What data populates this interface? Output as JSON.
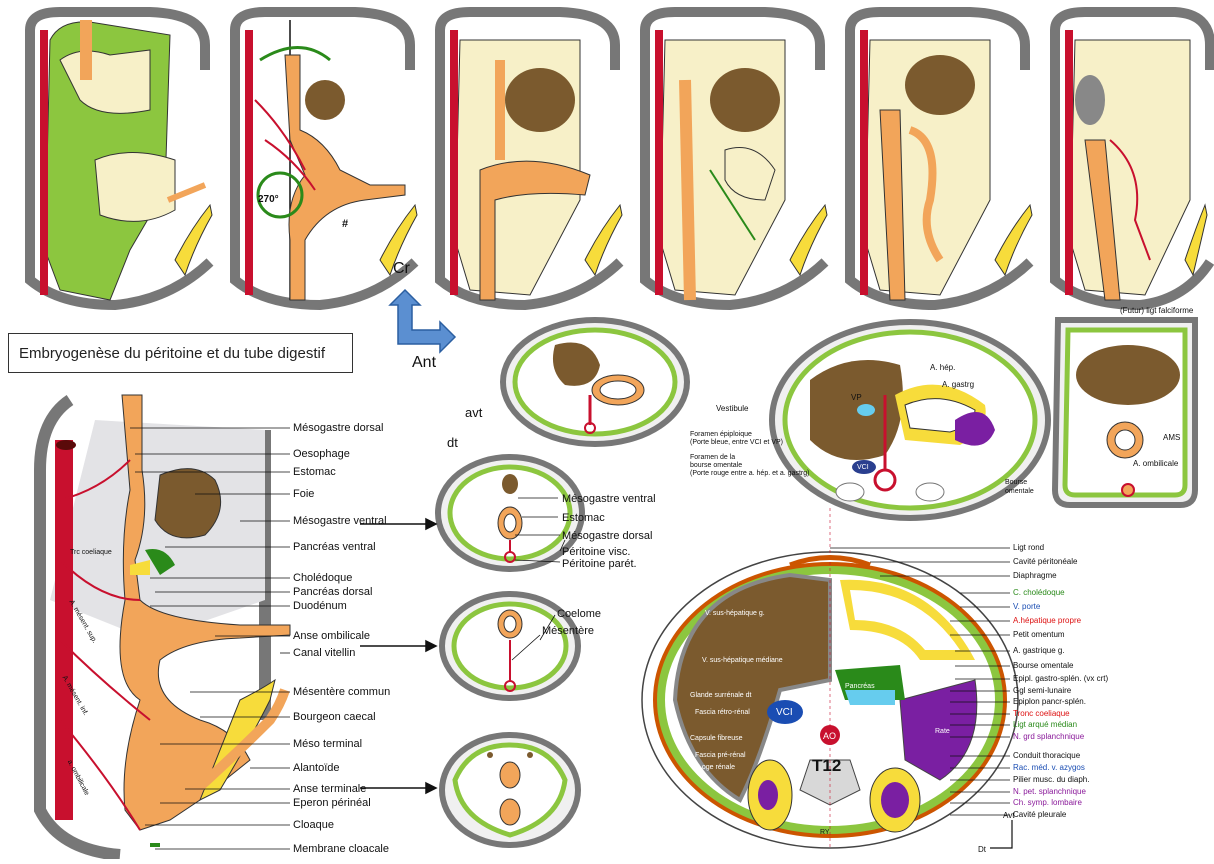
{
  "title": "Embryogenèse du péritoine et du tube digestif",
  "orientation": {
    "cr": "Cr",
    "ant": "Ant",
    "avt": "avt",
    "dt": "dt"
  },
  "rotation": "270°",
  "hash": "#",
  "left_labels": [
    "Mésogastre dorsal",
    "Oesophage",
    "Estomac",
    "Foie",
    "Mésogastre ventral",
    "Pancréas ventral",
    "Cholédoque",
    "Pancréas dorsal",
    "Duodénum",
    "Anse ombilicale",
    "Canal vitellin",
    "Mésentère commun",
    "Bourgeon caecal",
    "Méso terminal",
    "Alantoïde",
    "Anse terminale",
    "Eperon périnéal",
    "Cloaque",
    "Membrane cloacale"
  ],
  "left_inline": {
    "trc": "Trc coeliaque",
    "ams": "A. mésent. sup.",
    "ami": "A. mésent. inf.",
    "aomb": "a. ombilicale"
  },
  "cross_labels": {
    "meso_ventral": "Mésogastre ventral",
    "estomac": "Estomac",
    "meso_dorsal": "Mésogastre dorsal",
    "perit_visc": "Péritoine visc.",
    "perit_paret": "Péritoine parét.",
    "coelome": "Coelome",
    "mesentere": "Mésentère"
  },
  "mid_labels": {
    "vestibule": "Vestibule",
    "foramen1": "Foramen épiploique",
    "foramen1b": "(Porte bleue, entre VCI et VP)",
    "foramen2": "Foramen de la",
    "foramen2b": "bourse omentale",
    "foramen2c": "(Porte rouge entre a. hép. et a. gastrg)",
    "ahep": "A. hép.",
    "agastrg": "A. gastrg",
    "vp": "VP",
    "vci": "VCI",
    "bourse1": "Bourse",
    "bourse2": "omentale"
  },
  "right_top_labels": {
    "falci": "(Futur) ligt falciforme",
    "ams": "AMS",
    "aomb": "A. ombilicale"
  },
  "bottom_right_labels": [
    {
      "text": "Ligt rond",
      "color": "#111"
    },
    {
      "text": "Cavité péritonéale",
      "color": "#111"
    },
    {
      "text": "Diaphragme",
      "color": "#111"
    },
    {
      "text": "C. cholédoque",
      "color": "#2a8a1a"
    },
    {
      "text": "V. porte",
      "color": "#1a4db3"
    },
    {
      "text": "A.hépatique propre",
      "color": "#d11"
    },
    {
      "text": "Petit omentum",
      "color": "#111"
    },
    {
      "text": "A. gastrique g.",
      "color": "#111"
    },
    {
      "text": "Bourse omentale",
      "color": "#111"
    },
    {
      "text": "Epipl. gastro-splén. (vx crt)",
      "color": "#111"
    },
    {
      "text": "Ggl semi-lunaire",
      "color": "#111"
    },
    {
      "text": "Epiplon pancr-splén.",
      "color": "#111"
    },
    {
      "text": "Tronc coeliaque",
      "color": "#d11"
    },
    {
      "text": "Ligt arqué médian",
      "color": "#2a8a1a"
    },
    {
      "text": "N. grd splanchnique",
      "color": "#8a1a9a"
    },
    {
      "text": "Conduit thoracique",
      "color": "#111"
    },
    {
      "text": "Rac. méd. v. azygos",
      "color": "#1a4db3"
    },
    {
      "text": "Pilier musc. du diaph.",
      "color": "#111"
    },
    {
      "text": "N. pet. splanchnique",
      "color": "#8a1a9a"
    },
    {
      "text": "Ch. symp. lombaire",
      "color": "#8a1a9a"
    },
    {
      "text": "Cavité pleurale",
      "color": "#111"
    }
  ],
  "section_inner": {
    "vsh_g": "V. sus-hépatique g.",
    "vsh_m": "V. sus-hépatique médiane",
    "gland": "Glande surrénale dt",
    "fascia1": "Fascia rétro-rénal",
    "caps": "Capsule fibreuse",
    "fascia2": "Fascia pré-rénal",
    "loge": "Loge rénale",
    "vci": "VCI",
    "ao": "AO",
    "t12": "T12",
    "pancreas": "Pancréas",
    "rate": "Rate",
    "ry": "RY",
    "avt": "Avt",
    "dt": "Dt"
  },
  "colors": {
    "green": "#8cc63f",
    "brown": "#7b5a2e",
    "orange": "#f2a55a",
    "red": "#c8102e",
    "grey": "#8c8c8c",
    "cream": "#f7f0c8",
    "yellow": "#f7dc3b",
    "purple": "#7a1fa2"
  }
}
